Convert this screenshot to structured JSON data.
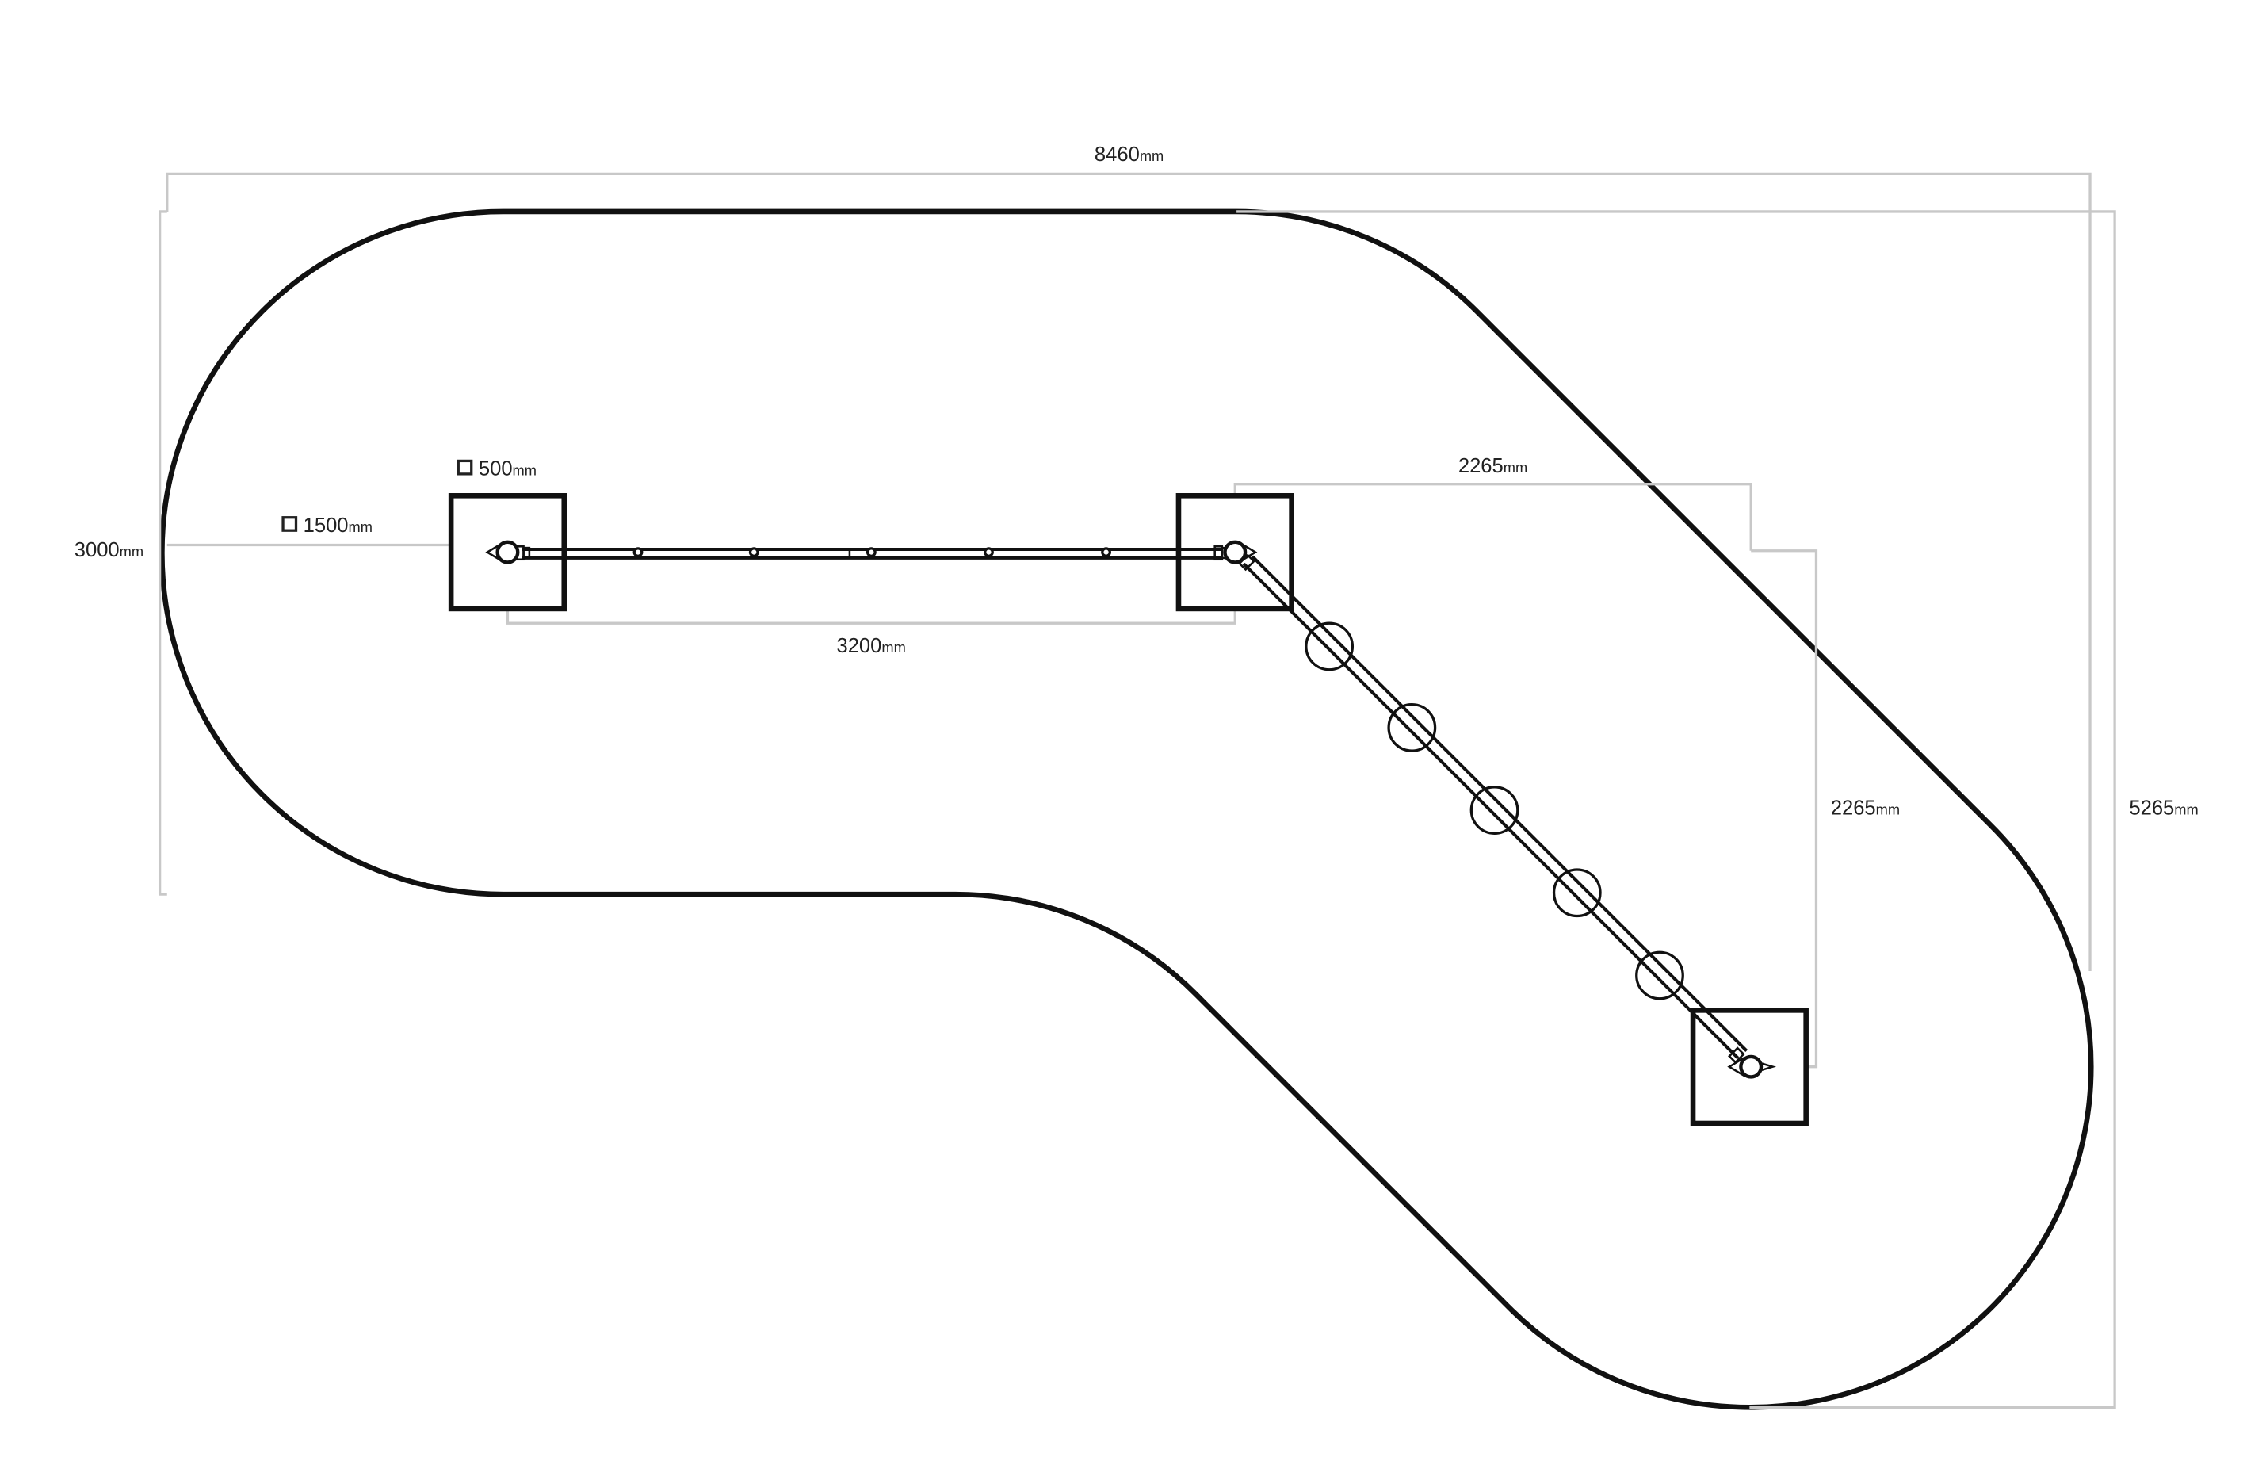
{
  "dimensions": {
    "overall_width": {
      "value": "8460",
      "unit": "mm"
    },
    "overall_depth": {
      "value": "5265",
      "unit": "mm"
    },
    "left_end_width": {
      "value": "3000",
      "unit": "mm"
    },
    "zone_size": {
      "value": "1500",
      "unit": "mm"
    },
    "post_size": {
      "value": "500",
      "unit": "mm"
    },
    "straight_span": {
      "value": "3200",
      "unit": "mm"
    },
    "diagonal_horizontal": {
      "value": "2265",
      "unit": "mm"
    },
    "diagonal_vertical": {
      "value": "2265",
      "unit": "mm"
    }
  },
  "colors": {
    "line": "#111111",
    "dimension_line": "#c8c8c8",
    "text": "#222222",
    "background": "#ffffff"
  }
}
